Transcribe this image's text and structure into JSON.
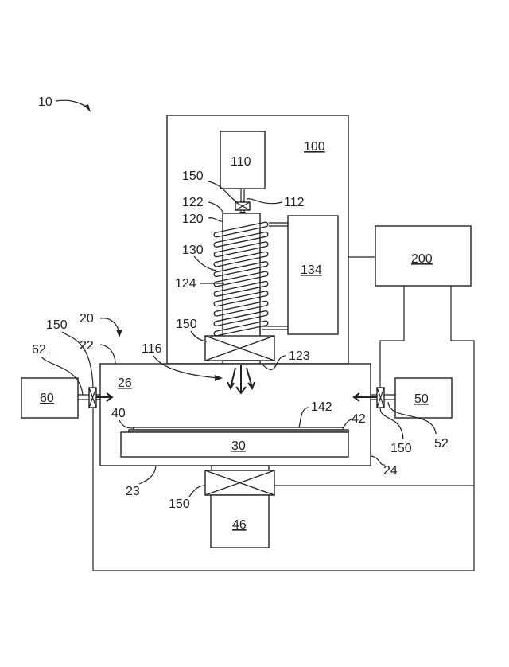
{
  "figure": {
    "system_ref": "10",
    "chamber_ref": "20",
    "labels": {
      "source_housing": "100",
      "gas_source": "110",
      "conduit": "112",
      "inlet_valve": "150",
      "tube_top": "122",
      "tube": "120",
      "coil": "130",
      "tube_interior": "124",
      "rf_supply": "134",
      "outlet_valve": "150",
      "flow_arrow": "116",
      "tube_outlet": "123",
      "controller": "200",
      "left_valve": "150",
      "left_port": "62",
      "top_wall": "22",
      "interior": "26",
      "left_supply": "60",
      "right_supply": "50",
      "right_valve": "150",
      "right_port": "52",
      "substrate_edge": "40",
      "film": "142",
      "substrate": "42",
      "pedestal": "30",
      "side_wall": "24",
      "bottom_wall": "23",
      "pump_valve": "150",
      "pump": "46"
    }
  }
}
